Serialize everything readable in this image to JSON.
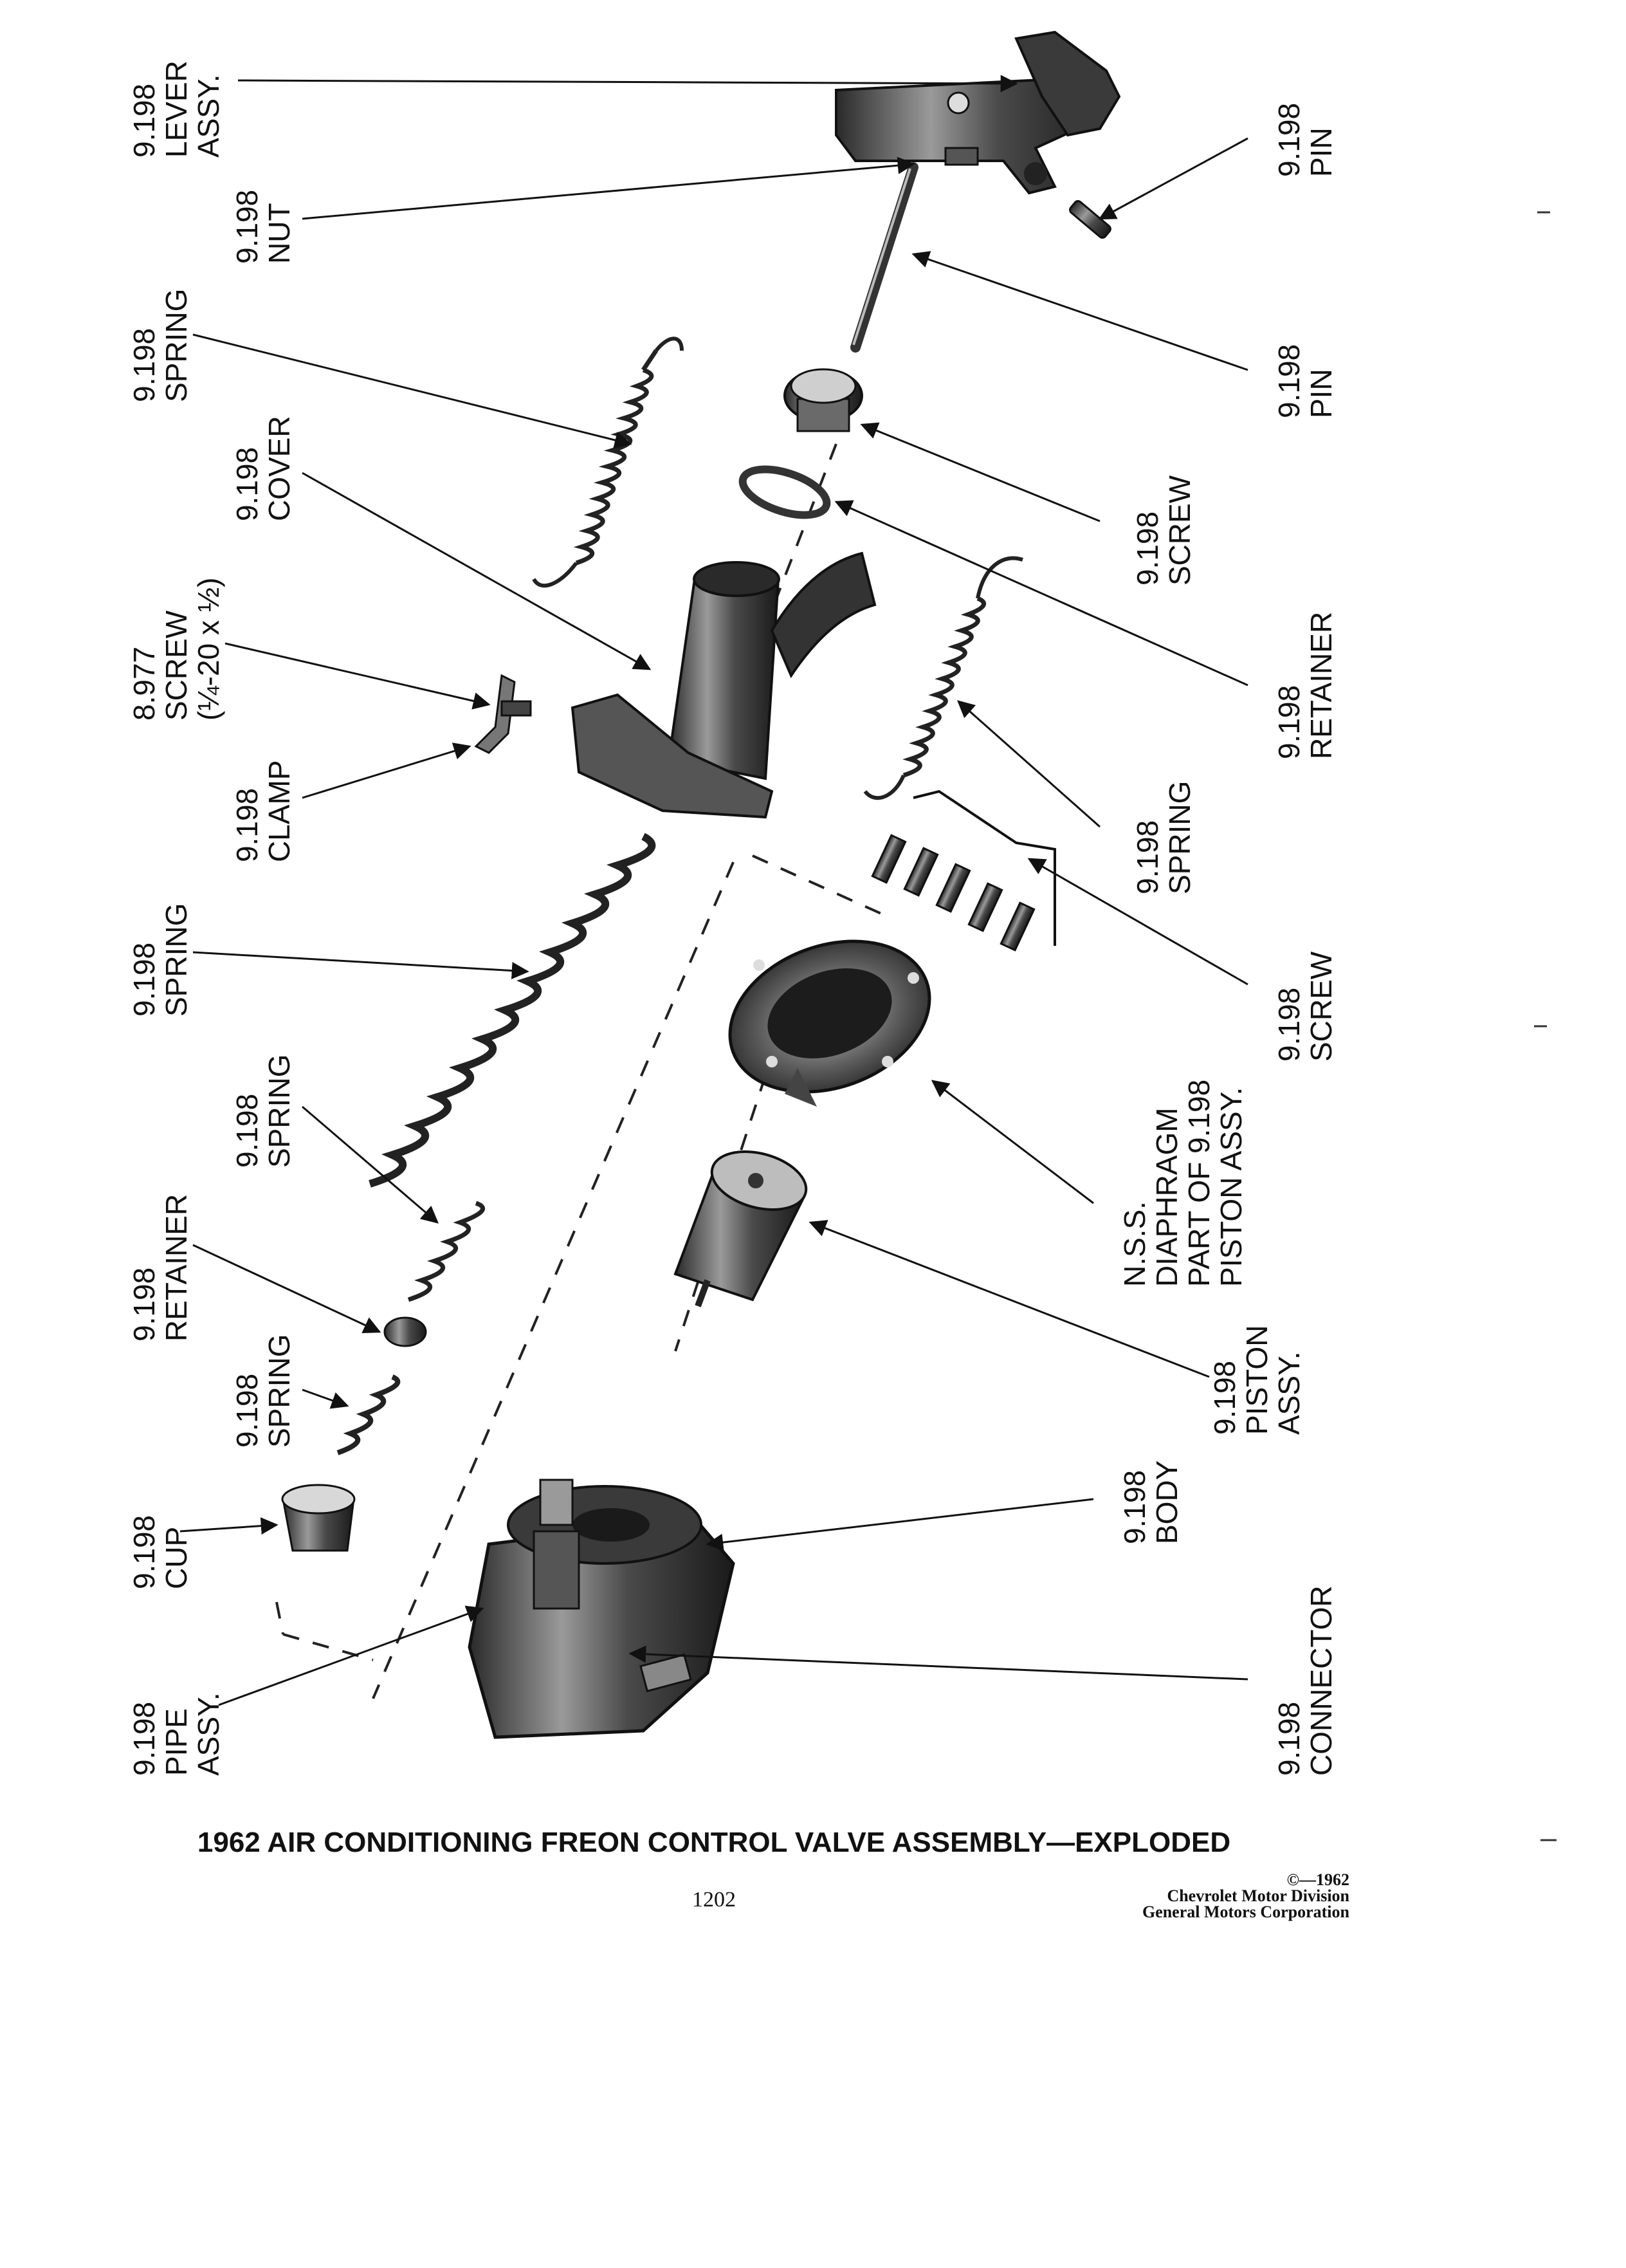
{
  "title": "1962 AIR CONDITIONING FREON CONTROL VALVE ASSEMBLY—EXPLODED",
  "page_number": "1202",
  "copyright": {
    "year": "©—1962",
    "division": "Chevrolet Motor Division",
    "corporation": "General Motors Corporation"
  },
  "callouts": [
    {
      "id": "lever-assy",
      "lines": [
        "9.198",
        "LEVER",
        "ASSY."
      ]
    },
    {
      "id": "nut",
      "lines": [
        "9.198",
        "NUT"
      ]
    },
    {
      "id": "spring-upper-left",
      "lines": [
        "9.198",
        "SPRING"
      ]
    },
    {
      "id": "cover",
      "lines": [
        "9.198",
        "COVER"
      ]
    },
    {
      "id": "screw-8977",
      "lines": [
        "8.977",
        "SCREW",
        "(¼-20 x ½)"
      ]
    },
    {
      "id": "clamp",
      "lines": [
        "9.198",
        "CLAMP"
      ]
    },
    {
      "id": "spring-large",
      "lines": [
        "9.198",
        "SPRING"
      ]
    },
    {
      "id": "spring-small",
      "lines": [
        "9.198",
        "SPRING"
      ]
    },
    {
      "id": "retainer-left",
      "lines": [
        "9.198",
        "RETAINER"
      ]
    },
    {
      "id": "spring-bottom",
      "lines": [
        "9.198",
        "SPRING"
      ]
    },
    {
      "id": "cup",
      "lines": [
        "9.198",
        "CUP"
      ]
    },
    {
      "id": "pipe-assy",
      "lines": [
        "9.198",
        "PIPE",
        "ASSY."
      ]
    },
    {
      "id": "pin-short",
      "lines": [
        "9.198",
        "PIN"
      ]
    },
    {
      "id": "pin-long",
      "lines": [
        "9.198",
        "PIN"
      ]
    },
    {
      "id": "screw-right",
      "lines": [
        "9.198",
        "SCREW"
      ]
    },
    {
      "id": "retainer-right",
      "lines": [
        "9.198",
        "RETAINER"
      ]
    },
    {
      "id": "spring-right",
      "lines": [
        "9.198",
        "SPRING"
      ]
    },
    {
      "id": "screw-set",
      "lines": [
        "9.198",
        "SCREW"
      ]
    },
    {
      "id": "diaphragm",
      "lines": [
        "N.S.S.",
        "DIAPHRAGM",
        "PART OF 9.198",
        "PISTON ASSY."
      ]
    },
    {
      "id": "piston-assy",
      "lines": [
        "9.198",
        "PISTON",
        "ASSY."
      ]
    },
    {
      "id": "body",
      "lines": [
        "9.198",
        "BODY"
      ]
    },
    {
      "id": "connector",
      "lines": [
        "9.198",
        "CONNECTOR"
      ]
    }
  ]
}
